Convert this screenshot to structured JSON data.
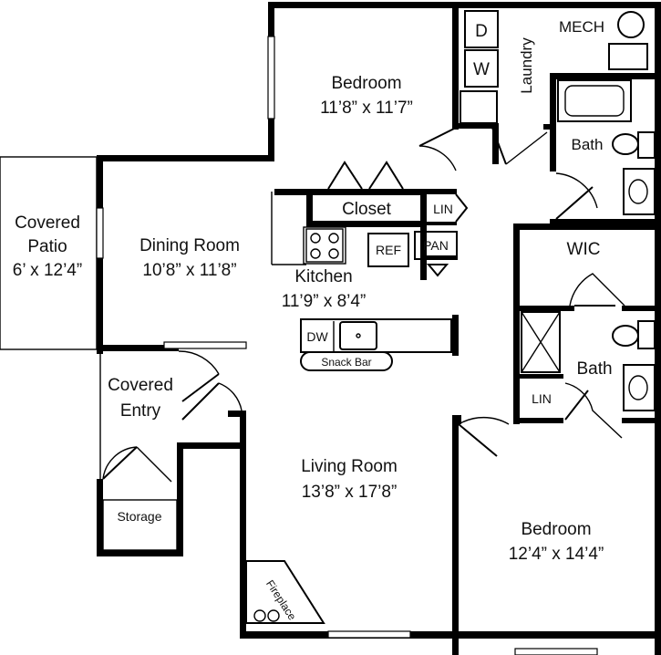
{
  "rooms": {
    "bedroom1": {
      "name": "Bedroom",
      "size": "11’8” x 11’7”"
    },
    "laundry": {
      "name": "Laundry",
      "dryer": "D",
      "washer": "W"
    },
    "mech": {
      "name": "MECH"
    },
    "bath1": {
      "name": "Bath"
    },
    "closet": {
      "name": "Closet"
    },
    "lin1": {
      "name": "LIN"
    },
    "lin2": {
      "name": "LIN"
    },
    "pan": {
      "name": "PAN"
    },
    "ref": {
      "name": "REF"
    },
    "patio": {
      "line1": "Covered",
      "line2": "Patio",
      "size": "6’ x 12’4”"
    },
    "dining": {
      "name": "Dining Room",
      "size": "10’8” x 11’8”"
    },
    "kitchen": {
      "name": "Kitchen",
      "size": "11’9” x 8’4”"
    },
    "dw": {
      "name": "DW"
    },
    "snackbar": {
      "name": "Snack Bar"
    },
    "wic": {
      "name": "WIC"
    },
    "bath2": {
      "name": "Bath"
    },
    "entry": {
      "line1": "Covered",
      "line2": "Entry"
    },
    "storage": {
      "name": "Storage"
    },
    "living": {
      "name": "Living Room",
      "size": "13’8” x 17’8”"
    },
    "bedroom2": {
      "name": "Bedroom",
      "size": "12’4” x 14’4”"
    },
    "fireplace": {
      "name": "Fireplace"
    }
  }
}
